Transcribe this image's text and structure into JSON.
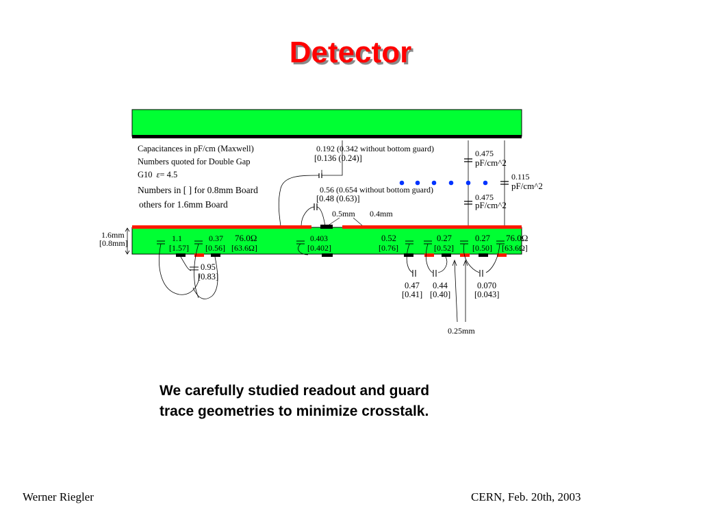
{
  "slide": {
    "title": "Detector",
    "caption_line1": "We carefully studied readout and guard",
    "caption_line2": "trace geometries to minimize crosstalk.",
    "footer_left": "Werner Riegler",
    "footer_right": "CERN, Feb. 20th, 2003"
  },
  "colors": {
    "board": "#00ff33",
    "guard": "#ff1a00",
    "trace": "#000000",
    "dots": "#0033ff",
    "title": "#ff0000"
  },
  "diagram": {
    "notes": {
      "line1": "Capacitances in pF/cm  (Maxwell)",
      "line2": "Numbers quoted for Double Gap",
      "line3_a": "G10",
      "line3_eps": "ε",
      "line3_b": "= 4.5",
      "line4": "Numbers in [ ] for 0.8mm Board",
      "line5": "others for 1.6mm Board"
    },
    "top_cap": {
      "a": "0.192  (0.342 without bottom guard)",
      "b": "[0.136  (0.24)]"
    },
    "mid_cap": {
      "a": "0.56 (0.654 without bottom guard)",
      "b": "[0.48 (0.63)]"
    },
    "widths": {
      "w1": "0.5mm",
      "w2": "0.4mm"
    },
    "right_caps": {
      "a_val": "0.475",
      "a_unit": "pF/cm^2",
      "b_val": "0.115",
      "b_unit": "pF/cm^2",
      "c_val": "0.475",
      "c_unit": "pF/cm^2"
    },
    "thickness": {
      "a": "1.6mm",
      "b": "[0.8mm]"
    },
    "board_labels": {
      "c1": "1.1",
      "c1b": "[1.57]",
      "c2": "0.37",
      "c2b": "[0.56]",
      "z1": "76.0Ω",
      "z1b": "[63.6Ω]",
      "c3": "0.403",
      "c3b": "[0.402]",
      "c4": "0.52",
      "c4b": "[0.76]",
      "c5": "0.27",
      "c5b": "[0.52]",
      "c6": "0.27",
      "c6b": "[0.50]",
      "z2": "76.0Ω",
      "z2b": "[63.6Ω]"
    },
    "below_labels": {
      "d1": "0.95",
      "d1b": "[0.83]",
      "d2": "0.47",
      "d2b": "[0.41]",
      "d3": "0.44",
      "d3b": "[0.40]",
      "d4": "0.070",
      "d4b": "[0.043]",
      "pitch": "0.25mm"
    }
  }
}
